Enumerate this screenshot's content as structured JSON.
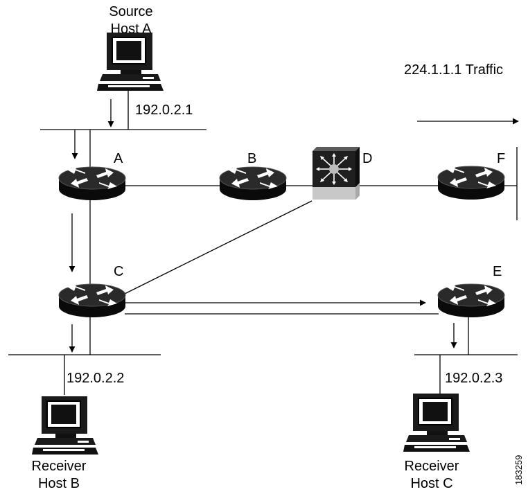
{
  "hosts": {
    "source": {
      "line1": "Source",
      "line2": "Host A",
      "ip": "192.0.2.1"
    },
    "receiver_b": {
      "line1": "Receiver",
      "line2": "Host B",
      "ip": "192.0.2.2"
    },
    "receiver_c": {
      "line1": "Receiver",
      "line2": "Host C",
      "ip": "192.0.2.3"
    }
  },
  "routers": {
    "a": "A",
    "b": "B",
    "c": "C",
    "d": "D",
    "e": "E",
    "f": "F"
  },
  "traffic_label": "224.1.1.1 Traffic",
  "figure_id": "183259",
  "icons": {
    "router": "router-icon",
    "switch": "multilayer-switch-icon",
    "host": "workstation-icon"
  },
  "colors": {
    "router_top": "#2a2a2a",
    "router_side": "#0a0a0a",
    "switch_face": "#1f1f1f",
    "switch_base": "#c8c8c8",
    "line": "#000000"
  }
}
